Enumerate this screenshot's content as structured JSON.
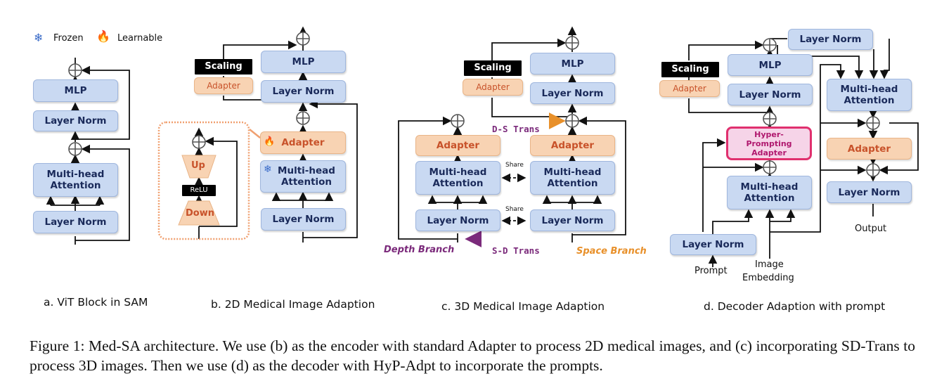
{
  "legend": {
    "frozen_icon": "snowflake-icon",
    "frozen_label": "Frozen",
    "learnable_icon": "flame-icon",
    "learnable_label": "Learnable"
  },
  "panel_a": {
    "mlp": "MLP",
    "layer_norm_top": "Layer Norm",
    "attention": "Multi-head Attention",
    "layer_norm_bottom": "Layer Norm",
    "caption": "a. ViT Block in SAM"
  },
  "panel_b": {
    "scaling": "Scaling",
    "adapter_small": "Adapter",
    "mlp": "MLP",
    "layer_norm_top": "Layer Norm",
    "adapter": "Adapter",
    "attention": "Multi-head Attention",
    "layer_norm_bottom": "Layer Norm",
    "up": "Up",
    "relu": "ReLU",
    "down": "Down",
    "caption": "b. 2D Medical Image Adaption"
  },
  "panel_c": {
    "scaling": "Scaling",
    "adapter_small": "Adapter",
    "mlp": "MLP",
    "layer_norm_top": "Layer Norm",
    "ds_trans": "D-S Trans",
    "adapter_left": "Adapter",
    "adapter_right": "Adapter",
    "attention_left": "Multi-head Attention",
    "attention_right": "Multi-head Attention",
    "share_top": "Share",
    "layer_norm_left": "Layer Norm",
    "layer_norm_right": "Layer Norm",
    "share_bottom": "Share",
    "depth_branch": "Depth Branch",
    "sd_trans": "S-D Trans",
    "space_branch": "Space Branch",
    "caption": "c. 3D Medical Image Adaption"
  },
  "panel_d": {
    "scaling": "Scaling",
    "adapter_small": "Adapter",
    "mlp": "MLP",
    "layer_norm_mid": "Layer Norm",
    "layer_norm_top_right": "Layer Norm",
    "attention_right": "Multi-head Attention",
    "hyper": "Hyper-Prompting Adapter",
    "adapter_right": "Adapter",
    "attention_center": "Multi-head Attention",
    "layer_norm_right": "Layer Norm",
    "output": "Output",
    "layer_norm_prompt": "Layer Norm",
    "prompt": "Prompt",
    "image_embedding_1": "Image",
    "image_embedding_2": "Embedding",
    "caption": "d. Decoder Adaption with prompt"
  },
  "figure_caption": "Figure 1: Med-SA architecture. We use (b) as the encoder with standard Adapter to process 2D medical images, and (c) incorporating SD-Trans to process 3D images. Then we use (d) as the decoder with HyP-Adpt to incorporate the prompts.",
  "colors": {
    "block_blue": "#c9d9f2",
    "adapter_orange": "#f8d3b3",
    "adapter_text": "#c8522a",
    "hyper_border": "#e0306e",
    "depth_purple": "#7b2a7b",
    "space_orange": "#e8902a"
  }
}
